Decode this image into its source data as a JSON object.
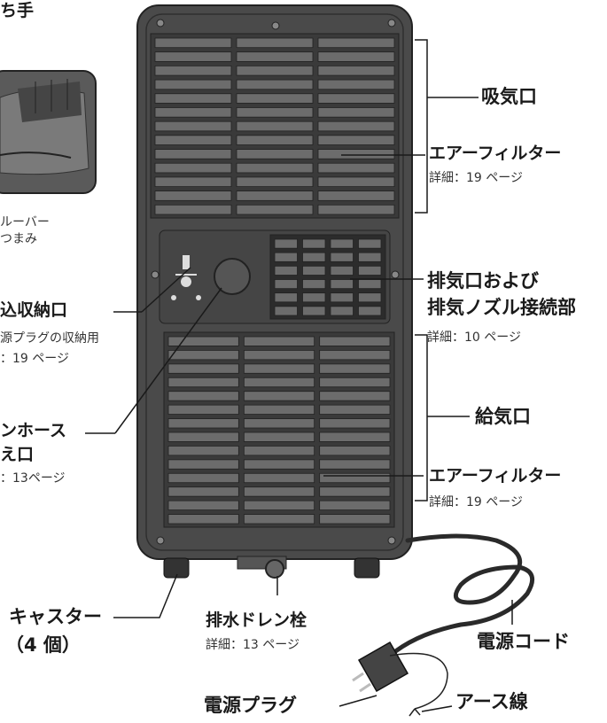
{
  "labels": {
    "handle_partial": "ち手",
    "louver_knob_partial_line1": "ルーバー",
    "louver_knob_partial_line2": "つまみ",
    "plug_storage_partial": "込収納口",
    "plug_storage_note_partial": "源プラグの収納用",
    "plug_storage_ref_partial": "：19 ページ",
    "drain_hose_partial_line1": "ンホース",
    "drain_hose_partial_line2": "え口",
    "drain_hose_ref_partial": "：13ページ",
    "intake_top": "吸気口",
    "air_filter_top": "エアーフィルター",
    "air_filter_top_ref": "詳細：19 ページ",
    "exhaust_line1": "排気口および",
    "exhaust_line2": "排気ノズル接続部",
    "exhaust_ref": "詳細：10 ページ",
    "supply_air": "給気口",
    "air_filter_bottom": "エアーフィルター",
    "air_filter_bottom_ref": "詳細：19 ページ",
    "casters_line1": "キャスター",
    "casters_line2": "（4 個）",
    "drain_plug": "排水ドレン栓",
    "drain_plug_ref": "詳細：13 ページ",
    "power_cord": "電源コード",
    "power_plug": "電源プラグ",
    "ground_wire": "アース線"
  },
  "colors": {
    "body": "#4a4a4a",
    "body_dark": "#2f2f2f",
    "grille": "#6c6c6c",
    "slat": "#3a3a3a",
    "line": "#1a1a1a"
  }
}
